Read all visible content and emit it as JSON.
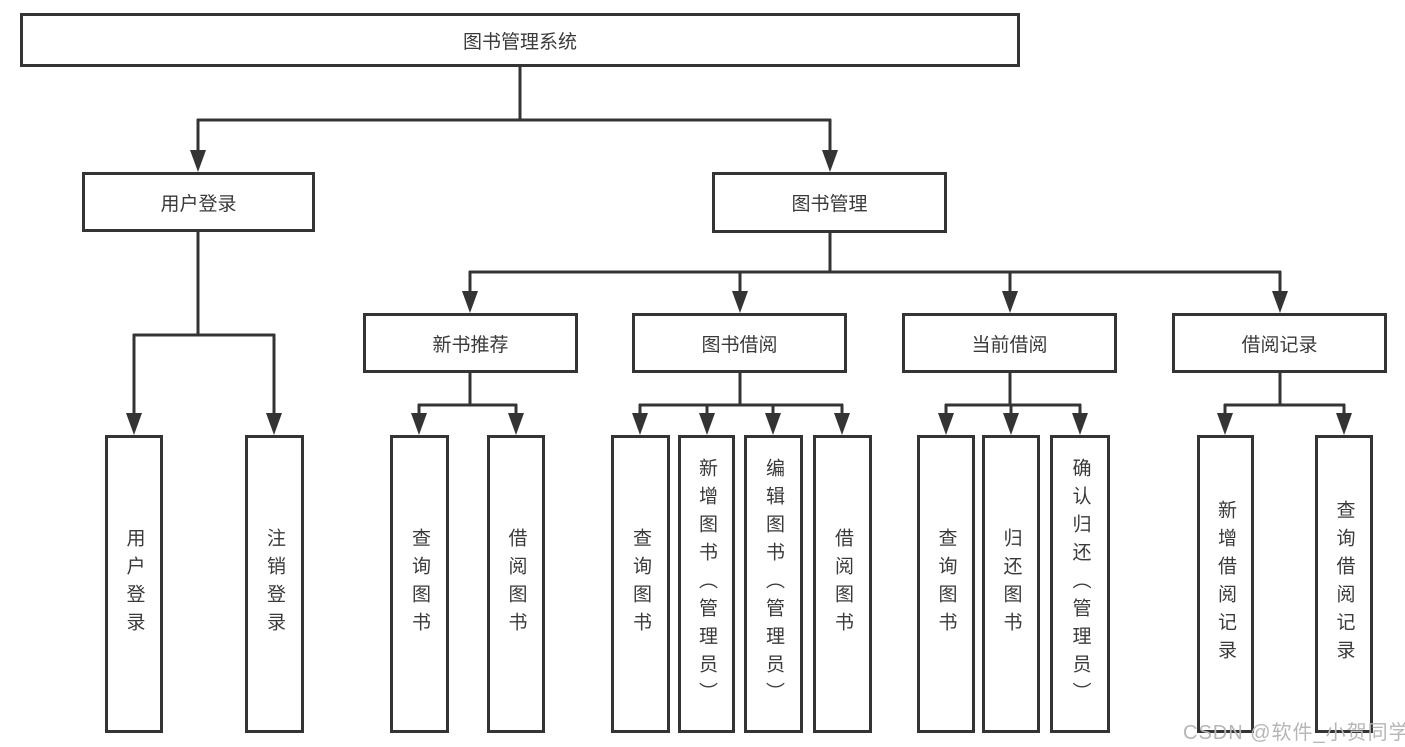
{
  "diagram": {
    "root_label": "图书管理系统",
    "branches": {
      "user": {
        "label": "用户登录",
        "children": [
          "用户登录",
          "注销登录"
        ]
      },
      "management": {
        "label": "图书管理",
        "groups": [
          {
            "label": "新书推荐",
            "children": [
              "查询图书",
              "借阅图书"
            ]
          },
          {
            "label": "图书借阅",
            "children": [
              "查询图书",
              "新增图书（管理员）",
              "编辑图书（管理员）",
              "借阅图书"
            ]
          },
          {
            "label": "当前借阅",
            "children": [
              "查询图书",
              "归还图书",
              "确认归还（管理员）"
            ]
          },
          {
            "label": "借阅记录",
            "children": [
              "新增借阅记录",
              "查询借阅记录"
            ]
          }
        ]
      }
    },
    "watermark": "CSDN @软件_小贺同学"
  },
  "colors": {
    "line": "#343434",
    "box_border": "#343434",
    "text": "#3a3a3a",
    "watermark": "#b6b6b6",
    "background": "#ffffff"
  }
}
